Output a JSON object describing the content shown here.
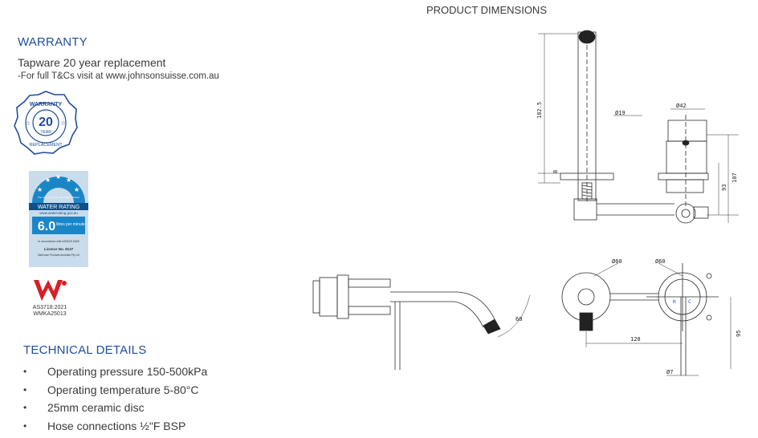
{
  "product_dimensions_label": "PRODUCT DIMENSIONS",
  "warranty": {
    "title": "WARRANTY",
    "text": "Tapware 20 year replacement",
    "link_text": "-For full T&Cs visit at www.johnsonsuisse.com.au",
    "badge": {
      "top": "WARRANTY",
      "number": "20",
      "year": "YEAR",
      "bottom": "REPLACEMENT"
    }
  },
  "water_rating": {
    "tagline": "The more stars the more water efficient",
    "title": "WATER RATING",
    "site": "www.waterrating.gov.au",
    "value": "6.0",
    "unit": "litres per minute",
    "accordance": "In accordance with AS/NZS 6400",
    "licence": "Licence No. 8137",
    "company": "Bathroom Products Australia Pty Ltd"
  },
  "watermark": {
    "standard": "AS3718:2021",
    "code": "WMKA25013"
  },
  "technical": {
    "title": "TECHNICAL DETAILS",
    "items": [
      "Operating pressure 150-500kPa",
      "Operating temperature 5-80°C",
      "25mm ceramic disc",
      "Hose connections ½\"F BSP"
    ]
  },
  "dimensions": {
    "d19": "Ø19",
    "d42": "Ø42",
    "d60a": "Ø60",
    "d60b": "Ø60",
    "h1825": "182.5",
    "h8": "8",
    "h93": "93",
    "h107": "107",
    "r60": "60",
    "w120": "120",
    "h95": "95",
    "d7": "Ø7",
    "h_mark": "H",
    "c_mark": "C"
  }
}
